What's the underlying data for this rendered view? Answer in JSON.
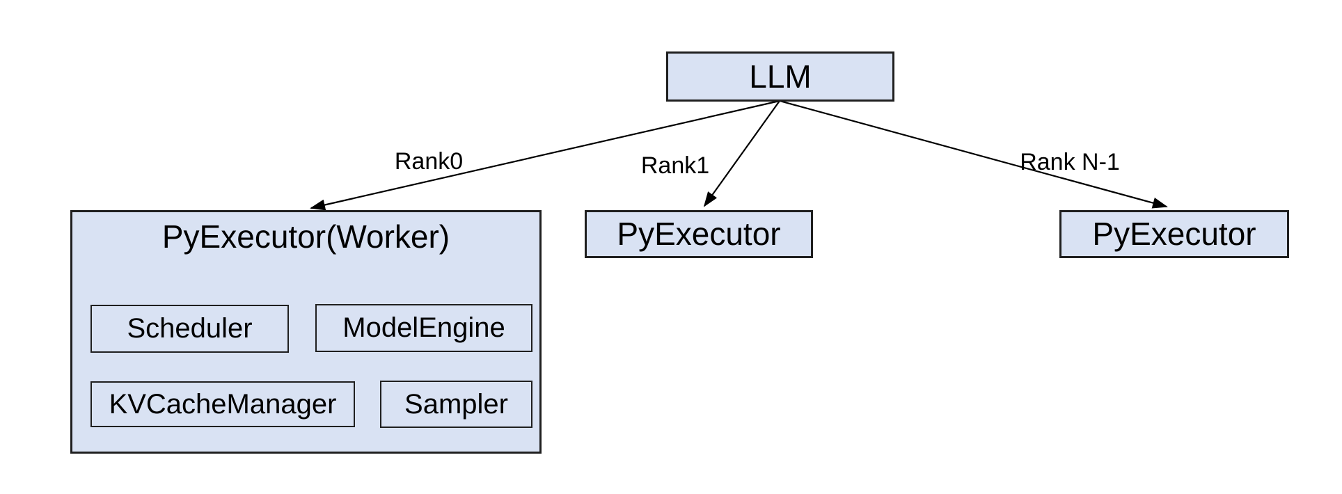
{
  "colors": {
    "background": "#ffffff",
    "node_fill": "#d9e2f3",
    "node_border": "#1f1f1f",
    "arrow": "#000000",
    "text": "#000000"
  },
  "diagram": {
    "root": {
      "label": "LLM"
    },
    "edges": [
      {
        "label": "Rank0"
      },
      {
        "label": "Rank1"
      },
      {
        "label": "Rank N-1"
      }
    ],
    "nodes": {
      "worker0": {
        "label": "PyExecutor(Worker)",
        "children": [
          {
            "label": "Scheduler"
          },
          {
            "label": "ModelEngine"
          },
          {
            "label": "KVCacheManager"
          },
          {
            "label": "Sampler"
          }
        ]
      },
      "worker1": {
        "label": "PyExecutor"
      },
      "workerN": {
        "label": "PyExecutor"
      }
    }
  }
}
